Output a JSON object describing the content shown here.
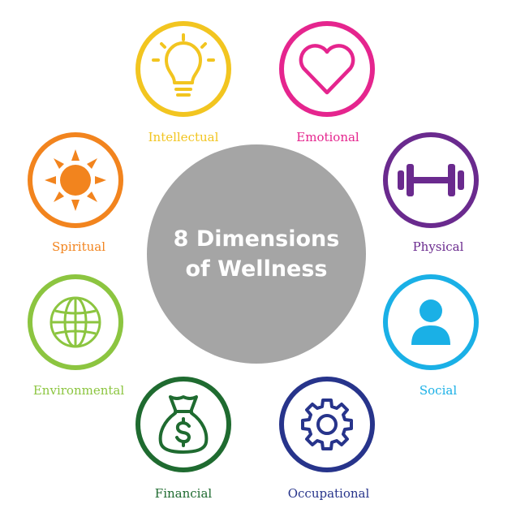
{
  "center": {
    "line1": "8 Dimensions",
    "line2": "of Wellness",
    "color": "#a5a5a5"
  },
  "dimensions": [
    {
      "name": "Intellectual",
      "icon": "lightbulb-icon",
      "color": "#f2c520"
    },
    {
      "name": "Emotional",
      "icon": "heart-icon",
      "color": "#e5258e"
    },
    {
      "name": "Physical",
      "icon": "dumbbell-icon",
      "color": "#6a2a8e"
    },
    {
      "name": "Social",
      "icon": "person-icon",
      "color": "#1ab0e6"
    },
    {
      "name": "Occupational",
      "icon": "gear-icon",
      "color": "#27348b"
    },
    {
      "name": "Financial",
      "icon": "money-bag-icon",
      "color": "#1f6b30"
    },
    {
      "name": "Environmental",
      "icon": "globe-icon",
      "color": "#8cc540"
    },
    {
      "name": "Spiritual",
      "icon": "sun-icon",
      "color": "#f2841e"
    }
  ]
}
